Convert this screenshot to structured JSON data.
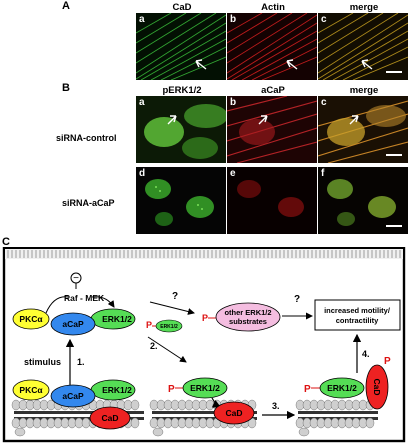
{
  "panel_A": {
    "letter": "A",
    "images": [
      {
        "sub": "a",
        "title": "CaD",
        "color": "#3ec93e"
      },
      {
        "sub": "b",
        "title": "Actin",
        "color": "#d82020"
      },
      {
        "sub": "c",
        "title": "merge",
        "color": "#c7a020"
      }
    ]
  },
  "panel_B": {
    "letter": "B",
    "column_titles": [
      "pERK1/2",
      "aCaP",
      "merge"
    ],
    "rows": [
      {
        "label": "siRNA-control",
        "subs": [
          "a",
          "b",
          "c"
        ]
      },
      {
        "label": "siRNA-aCaP",
        "subs": [
          "d",
          "e",
          "f"
        ]
      }
    ]
  },
  "panel_C": {
    "letter": "C",
    "nodes": {
      "inhibit_sign": "−",
      "raf_mek": "Raf - MEK",
      "pkc": "PKCα",
      "acap": "aCaP",
      "erk": "ERK1/2",
      "cad": "CaD",
      "p": "P",
      "p_erk_small": "ERK1/2",
      "other_substrates_line1": "other ERK1/2",
      "other_substrates_line2": "substrates",
      "outcome_line1": "increased motility/",
      "outcome_line2": "contractility",
      "stimulus": "stimulus",
      "question": "?"
    },
    "steps": [
      "1.",
      "2.",
      "3.",
      "4."
    ]
  }
}
